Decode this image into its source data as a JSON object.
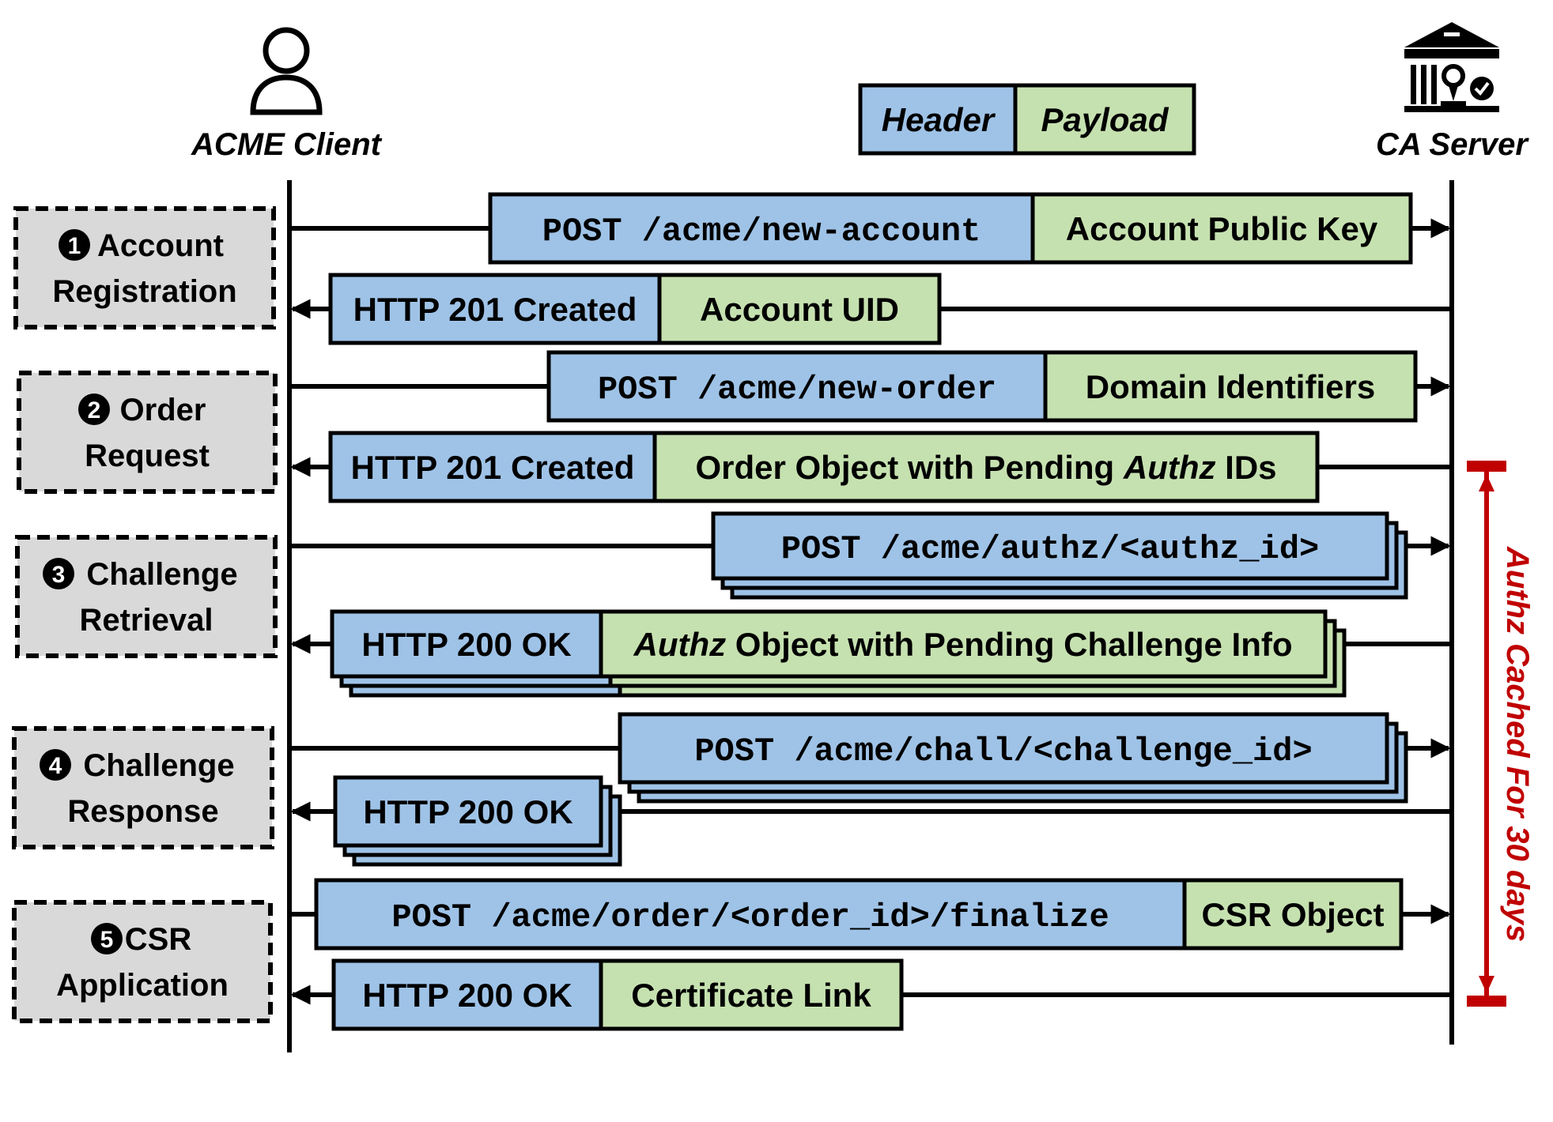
{
  "colors": {
    "header": "#9fc3e7",
    "payload": "#c6e1b0",
    "step_box": "#d9d9d9",
    "line": "#000000",
    "cache": "#c00000"
  },
  "actors": {
    "client": {
      "label": "ACME Client",
      "icon": "person-icon"
    },
    "server": {
      "label": "CA Server",
      "icon": "bank-building-icon"
    }
  },
  "legend": {
    "header": "Header",
    "payload": "Payload"
  },
  "steps": [
    {
      "num": "1",
      "line1": "Account",
      "line2": "Registration"
    },
    {
      "num": "2",
      "line1": "Order",
      "line2": "Request"
    },
    {
      "num": "3",
      "line1": "Challenge",
      "line2": "Retrieval"
    },
    {
      "num": "4",
      "line1": "Challenge",
      "line2": "Response"
    },
    {
      "num": "5",
      "line1": "CSR",
      "line2": "Application"
    }
  ],
  "messages": [
    {
      "direction": "to_server",
      "header": "POST /acme/new-account",
      "header_mono": true,
      "payload": "Account Public Key",
      "stacked": false
    },
    {
      "direction": "to_client",
      "header": "HTTP 201 Created",
      "header_mono": false,
      "payload": "Account UID",
      "stacked": false
    },
    {
      "direction": "to_server",
      "header": "POST /acme/new-order",
      "header_mono": true,
      "payload": "Domain Identifiers",
      "stacked": false
    },
    {
      "direction": "to_client",
      "header": "HTTP 201 Created",
      "header_mono": false,
      "payload_parts": [
        "Order Object with Pending ",
        "Authz",
        " IDs"
      ],
      "stacked": false
    },
    {
      "direction": "to_server",
      "header": "POST /acme/authz/<authz_id>",
      "header_mono": true,
      "payload": "",
      "stacked": true
    },
    {
      "direction": "to_client",
      "header": "HTTP 200 OK",
      "header_mono": false,
      "payload_parts": [
        "Authz",
        " Object with Pending Challenge Info"
      ],
      "stacked": true
    },
    {
      "direction": "to_server",
      "header": "POST /acme/chall/<challenge_id>",
      "header_mono": true,
      "payload": "",
      "stacked": true
    },
    {
      "direction": "to_client",
      "header": "HTTP 200 OK",
      "header_mono": false,
      "payload": "",
      "stacked": true
    },
    {
      "direction": "to_server",
      "header": "POST /acme/order/<order_id>/finalize",
      "header_mono": true,
      "payload": "CSR Object",
      "stacked": false
    },
    {
      "direction": "to_client",
      "header": "HTTP 200 OK",
      "header_mono": false,
      "payload": "Certificate Link",
      "stacked": false
    }
  ],
  "cache_note": {
    "parts": [
      "Authz",
      " Cached For 30 days"
    ]
  }
}
